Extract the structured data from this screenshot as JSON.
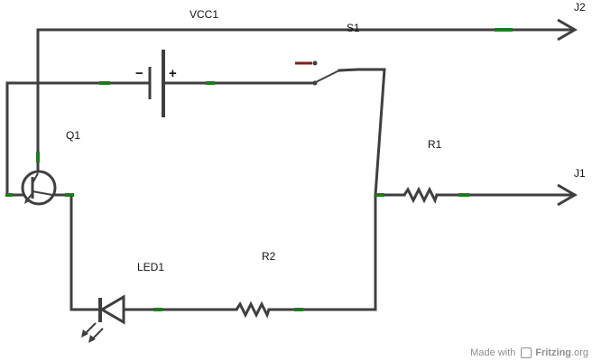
{
  "labels": {
    "vcc": "VCC1",
    "switch": "S1",
    "transistor": "Q1",
    "resistor1": "R1",
    "resistor2": "R2",
    "led": "LED1",
    "jack1": "J1",
    "jack2": "J2",
    "battery_minus": "−",
    "battery_plus": "+"
  },
  "watermark": {
    "made_with": "Made with",
    "brand": "Fritzing",
    "domain": ".org"
  },
  "colors": {
    "wire": "#3f3f3f",
    "connector_dot": "#1e7a1e",
    "switch_pin": "#8b1a1a"
  }
}
